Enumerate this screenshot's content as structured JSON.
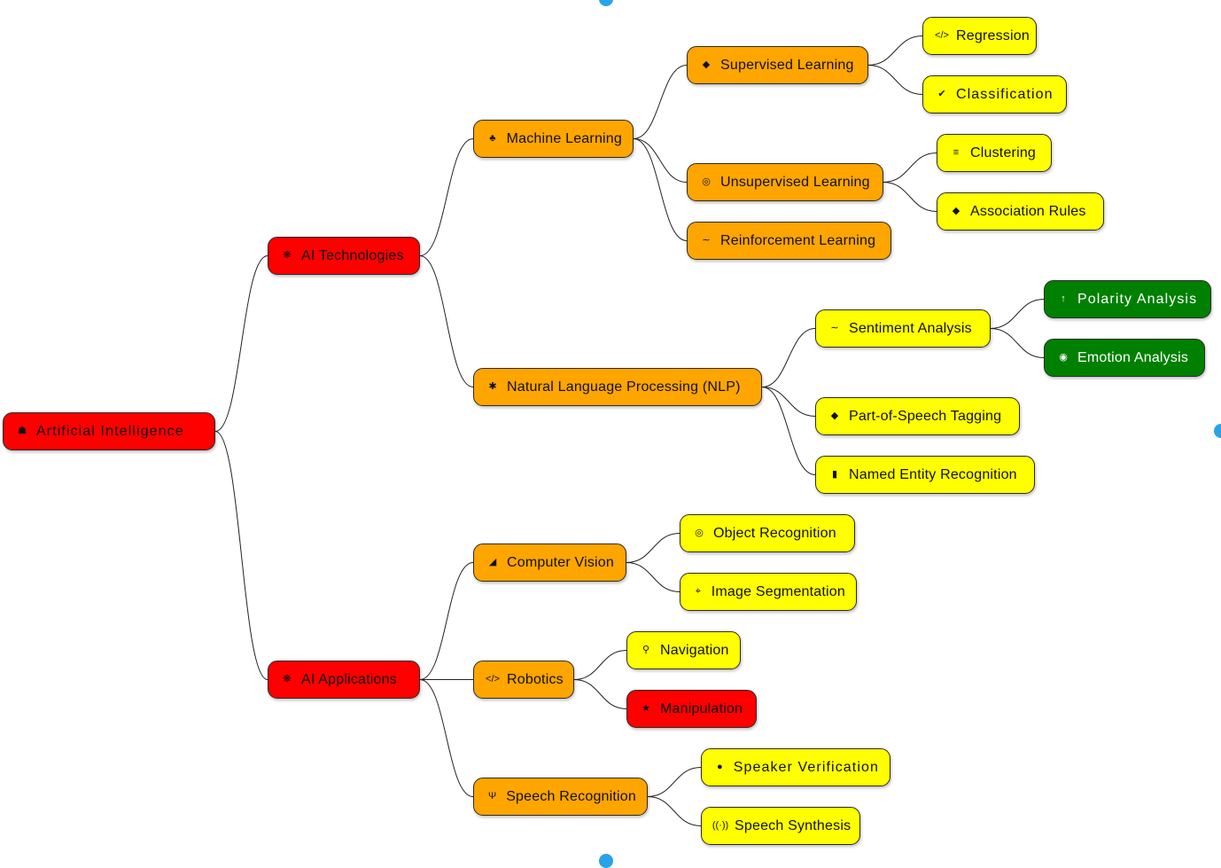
{
  "colors": {
    "red": "#ff0000",
    "orange": "#ffa500",
    "yellow": "#ffff00",
    "green": "#008000",
    "edge": "#222222",
    "handle": "#29a3e8"
  },
  "nodes": {
    "root": {
      "label": "Artificial Intelligence",
      "icon": "home-icon",
      "color": "red"
    },
    "tech": {
      "label": "AI Technologies",
      "icon": "cog-icon",
      "color": "red"
    },
    "apps": {
      "label": "AI Applications",
      "icon": "cog-icon",
      "color": "red"
    },
    "ml": {
      "label": "Machine Learning",
      "icon": "puzzle-icon",
      "color": "orange"
    },
    "nlp": {
      "label": "Natural Language Processing (NLP)",
      "icon": "gear-icon",
      "color": "orange"
    },
    "sup": {
      "label": "Supervised Learning",
      "icon": "tag-icon",
      "color": "orange"
    },
    "unsup": {
      "label": "Unsupervised Learning",
      "icon": "circle-icon",
      "color": "orange"
    },
    "rl": {
      "label": "Reinforcement Learning",
      "icon": "pulse-icon",
      "color": "orange"
    },
    "reg": {
      "label": "Regression",
      "icon": "code-icon",
      "color": "yellow"
    },
    "cls": {
      "label": "Classification",
      "icon": "check-circle-icon",
      "color": "yellow"
    },
    "clu": {
      "label": "Clustering",
      "icon": "list-icon",
      "color": "yellow"
    },
    "assoc": {
      "label": "Association Rules",
      "icon": "tag-icon",
      "color": "yellow"
    },
    "sent": {
      "label": "Sentiment Analysis",
      "icon": "pulse-icon",
      "color": "yellow"
    },
    "pos": {
      "label": "Part-of-Speech Tagging",
      "icon": "tag-icon",
      "color": "yellow"
    },
    "ner": {
      "label": "Named Entity Recognition",
      "icon": "bookmark-icon",
      "color": "yellow"
    },
    "pol": {
      "label": "Polarity Analysis",
      "icon": "arrow-up-icon",
      "color": "green"
    },
    "emo": {
      "label": "Emotion Analysis",
      "icon": "eye-icon",
      "color": "green"
    },
    "cv": {
      "label": "Computer Vision",
      "icon": "image-icon",
      "color": "orange"
    },
    "rob": {
      "label": "Robotics",
      "icon": "code-icon",
      "color": "orange"
    },
    "speech": {
      "label": "Speech Recognition",
      "icon": "microphone-icon",
      "color": "orange"
    },
    "obj": {
      "label": "Object Recognition",
      "icon": "target-icon",
      "color": "yellow"
    },
    "seg": {
      "label": "Image Segmentation",
      "icon": "crop-icon",
      "color": "yellow"
    },
    "nav": {
      "label": "Navigation",
      "icon": "map-pin-icon",
      "color": "yellow"
    },
    "manip": {
      "label": "Manipulation",
      "icon": "star-icon",
      "color": "red"
    },
    "spkver": {
      "label": "Speaker Verification",
      "icon": "user-icon",
      "color": "yellow"
    },
    "spksyn": {
      "label": "Speech Synthesis",
      "icon": "broadcast-icon",
      "color": "yellow"
    }
  },
  "edges": [
    [
      "root",
      "tech"
    ],
    [
      "root",
      "apps"
    ],
    [
      "tech",
      "ml"
    ],
    [
      "tech",
      "nlp"
    ],
    [
      "ml",
      "sup"
    ],
    [
      "ml",
      "unsup"
    ],
    [
      "ml",
      "rl"
    ],
    [
      "sup",
      "reg"
    ],
    [
      "sup",
      "cls"
    ],
    [
      "unsup",
      "clu"
    ],
    [
      "unsup",
      "assoc"
    ],
    [
      "nlp",
      "sent"
    ],
    [
      "nlp",
      "pos"
    ],
    [
      "nlp",
      "ner"
    ],
    [
      "sent",
      "pol"
    ],
    [
      "sent",
      "emo"
    ],
    [
      "apps",
      "cv"
    ],
    [
      "apps",
      "rob"
    ],
    [
      "apps",
      "speech"
    ],
    [
      "cv",
      "obj"
    ],
    [
      "cv",
      "seg"
    ],
    [
      "rob",
      "nav"
    ],
    [
      "rob",
      "manip"
    ],
    [
      "speech",
      "spkver"
    ],
    [
      "speech",
      "spksyn"
    ]
  ]
}
